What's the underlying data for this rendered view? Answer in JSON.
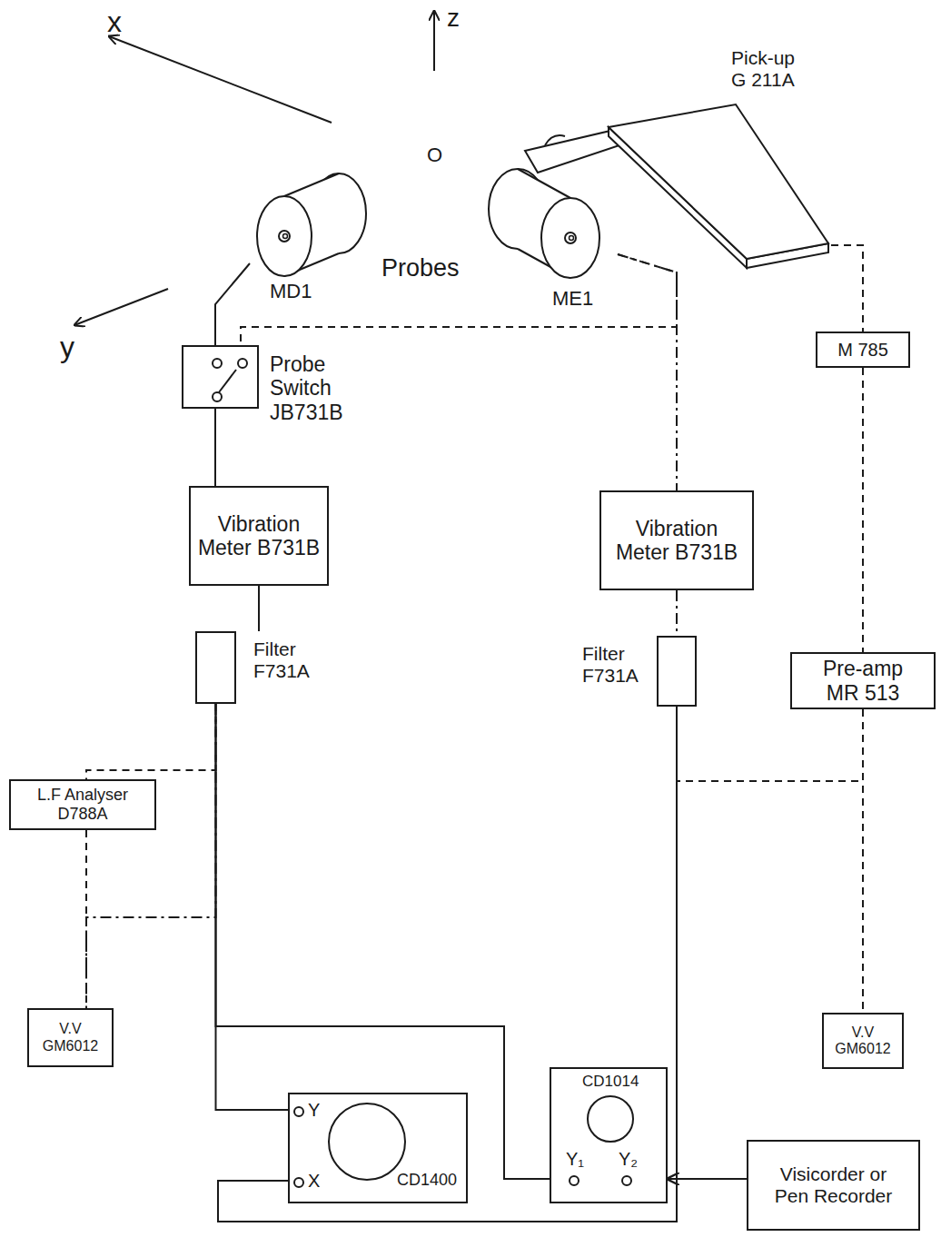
{
  "diagram": {
    "nodes": [
      {
        "text": [
          "MD1"
        ]
      },
      {
        "text": [
          "ME1"
        ]
      },
      {
        "text": [
          "Pick-up G 211A"
        ]
      },
      {
        "text": [
          "M 785"
        ]
      },
      {
        "text": [
          "Probe Switch JB731B"
        ]
      },
      {
        "text": [
          "Vibration Meter B731B"
        ]
      },
      {
        "text": [
          "Filter F731A"
        ]
      },
      {
        "text": [
          "Vibration Meter B731B"
        ]
      },
      {
        "text": [
          "Filter F731A"
        ]
      },
      {
        "text": [
          "Pre-amp MR 513"
        ]
      },
      {
        "text": [
          "L.F Analyser D788A"
        ]
      },
      {
        "text": [
          "V.V GM6012"
        ]
      },
      {
        "text": [
          "V.V GM6012"
        ]
      },
      {
        "text": [
          "Y",
          "X",
          "CD1400"
        ]
      },
      {
        "text": [
          "CD1014",
          "Y₁",
          "Y₂"
        ]
      },
      {
        "text": [
          "Visicorder or Pen Recorder"
        ]
      }
    ],
    "edges": [
      {
        "from": 0,
        "to": 4,
        "arrow": "none"
      },
      {
        "from": 1,
        "to": 4,
        "arrow": "none"
      },
      {
        "from": 1,
        "to": 7,
        "arrow": "none"
      },
      {
        "from": 2,
        "to": 3,
        "arrow": "none"
      },
      {
        "from": 3,
        "to": 9,
        "arrow": "none"
      },
      {
        "from": 4,
        "to": 5,
        "arrow": "none"
      },
      {
        "from": 5,
        "to": 6,
        "arrow": "none"
      },
      {
        "from": 7,
        "to": 8,
        "arrow": "none"
      },
      {
        "from": 6,
        "to": 10,
        "arrow": "none"
      },
      {
        "from": 10,
        "to": 11,
        "arrow": "none"
      },
      {
        "from": 6,
        "to": 11,
        "arrow": "none"
      },
      {
        "from": 6,
        "to": 13,
        "arrow": "none"
      },
      {
        "from": 6,
        "to": 14,
        "arrow": "none"
      },
      {
        "from": 8,
        "to": 13,
        "arrow": "none"
      },
      {
        "from": 9,
        "to": 13,
        "arrow": "none"
      },
      {
        "from": 9,
        "to": 12,
        "arrow": "none"
      },
      {
        "from": 15,
        "to": 14,
        "arrow": "to"
      }
    ],
    "labels": [
      "x",
      "z",
      "O",
      "Probes",
      "y"
    ]
  }
}
